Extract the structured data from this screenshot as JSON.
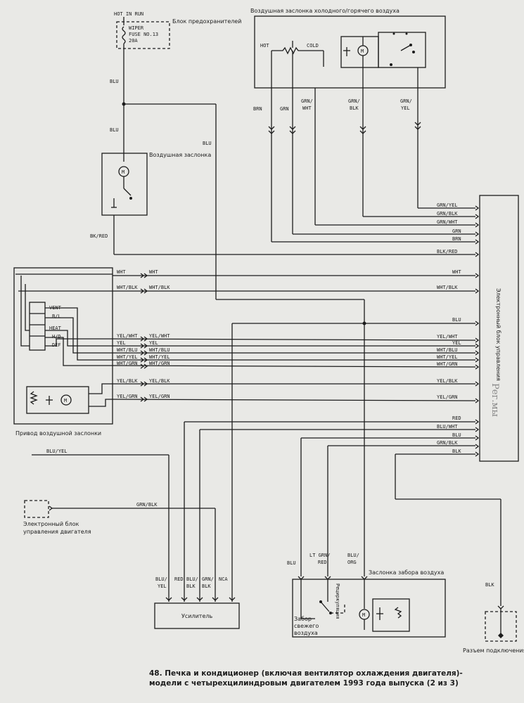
{
  "labels": {
    "hot_in_run": "HOT IN RUN",
    "fuse_block": "Блок предохранителей",
    "wiper": "WIPER",
    "fuse_no": "FUSE NO.13",
    "fuse_amp": "20A",
    "mix_door": "Воздушная заслонка холодного/горячего воздуха",
    "hot": "HOT",
    "cold": "COLD",
    "air_damper": "Воздушная заслонка",
    "ecu_vertical": "Электронный блок управления",
    "handwriting": "Рег.мы",
    "actuator": "Привод воздушной заслонки",
    "vent": "VENT",
    "bl": "B/L",
    "heat": "HEAT",
    "hd": "H/D",
    "def": "DEF",
    "engine_ecu_1": "Электронный блок",
    "engine_ecu_2": "управления двигателя",
    "intake_door": "Заслонка забора воздуха",
    "recirc": "Рециркуляция",
    "fresh_1": "Забор",
    "fresh_2": "свежего",
    "fresh_3": "воздуха",
    "amplifier": "Усилитель",
    "connector": "Разъем подключения",
    "nca": "NCA"
  },
  "wires": {
    "blu": "BLU",
    "brn": "BRN",
    "grn": "GRN",
    "grn_wht": "GRN/WHT",
    "grn_blk": "GRN/BLK",
    "grn_yel": "GRN/YEL",
    "bk_red": "BK/RED",
    "blk_red": "BLK/RED",
    "wht": "WHT",
    "wht_blk": "WHT/BLK",
    "yel_wht": "YEL/WHT",
    "yel": "YEL",
    "wht_blu": "WHT/BLU",
    "wht_yel": "WHT/YEL",
    "wht_grn": "WHT/GRN",
    "yel_blk": "YEL/BLK",
    "yel_grn": "YEL/GRN",
    "red": "RED",
    "blu_wht": "BLU/WHT",
    "blk": "BLK",
    "blu_yel": "BLU/YEL",
    "lt_grn_red": "LT GRN/",
    "red2": "RED",
    "blu_org": "BLU/",
    "org": "ORG",
    "grn_blk_split": "GRN/",
    "blk_split": "BLK",
    "blu_split": "BLU/",
    "yel_split": "YEL",
    "wht_slash": "GRN/"
  },
  "caption": {
    "line1": "48. Печка и кондиционер (включая вентилятор охлаждения двигателя)-",
    "line2": "модели с четырехцилиндровым двигателем 1993 года выпуска (2 из 3)"
  }
}
